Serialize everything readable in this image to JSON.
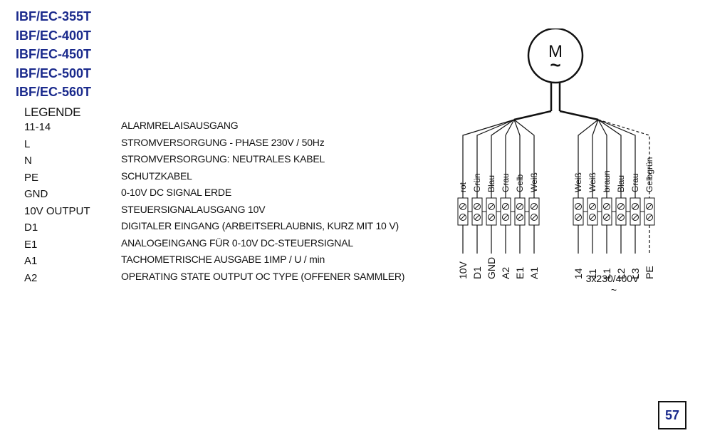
{
  "models": [
    "IBF/EC-355T",
    "IBF/EC-400T",
    "IBF/EC-450T",
    "IBF/EC-500T",
    "IBF/EC-560T"
  ],
  "legend": {
    "title": "LEGENDE",
    "items": [
      {
        "code": "11-14",
        "desc": "ALARMRELAISAUSGANG"
      },
      {
        "code": "L",
        "desc": "STROMVERSORGUNG - PHASE 230V / 50Hz"
      },
      {
        "code": "N",
        "desc": "STROMVERSORGUNG: NEUTRALES KABEL"
      },
      {
        "code": "PE",
        "desc": "SCHUTZKABEL"
      },
      {
        "code": "GND",
        "desc": "0-10V DC SIGNAL ERDE"
      },
      {
        "code": "10V OUTPUT",
        "desc": "STEUERSIGNALAUSGANG 10V"
      },
      {
        "code": "D1",
        "desc": "DIGITALER EINGANG (ARBEITSERLAUBNIS, KURZ MIT 10 V)"
      },
      {
        "code": "E1",
        "desc": "ANALOGEINGANG FÜR 0-10V DC-STEUERSIGNAL"
      },
      {
        "code": "A1",
        "desc": "TACHOMETRISCHE AUSGABE 1IMP / U / min"
      },
      {
        "code": "A2",
        "desc": "OPERATING STATE OUTPUT OC TYPE (OFFENER SAMMLER)"
      }
    ]
  },
  "diagram": {
    "motor_letter": "M",
    "motor_symbol": "~",
    "left_group": {
      "wire_colors": [
        "rot",
        "Grün",
        "Blau",
        "Grau",
        "Gelb",
        "Weiß"
      ],
      "terminals": [
        "10V",
        "D1",
        "GND",
        "A2",
        "E1",
        "A1"
      ]
    },
    "right_group": {
      "wire_colors": [
        "Weiß",
        "Weiß",
        "braun",
        "Blau",
        "Grau",
        "Gelbgrün"
      ],
      "terminals": [
        "14",
        "11",
        "L1",
        "L2",
        "L3",
        "PE"
      ]
    },
    "supply_label": "3x230/400V",
    "supply_symbol": "~"
  },
  "page_number": "57",
  "colors": {
    "accent": "#1a2a8c",
    "line": "#111111"
  }
}
